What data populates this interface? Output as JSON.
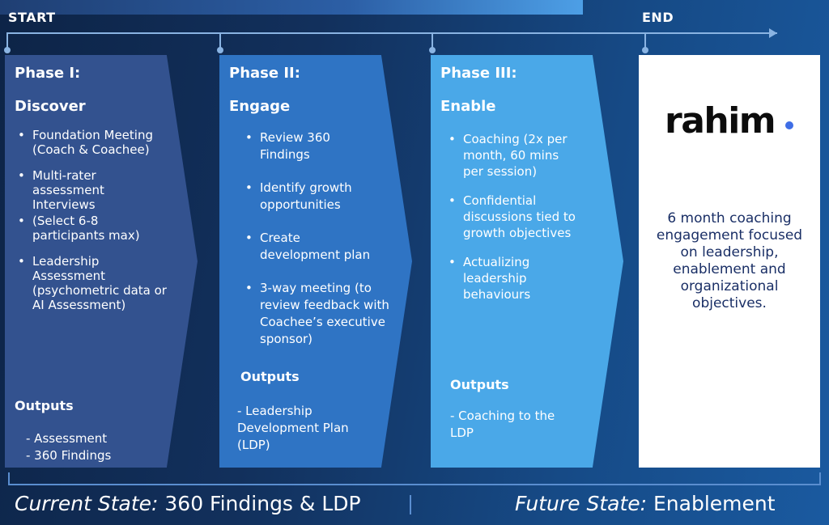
{
  "timeline": {
    "start_label": "START",
    "end_label": "END"
  },
  "phases": [
    {
      "number": "Phase I:",
      "name": "Discover",
      "items": [
        "Foundation Meeting (Coach & Coachee)",
        "Multi-rater assessment Interviews",
        "(Select 6-8 participants max)",
        "Leadership Assessment (psychometric data or AI Assessment)"
      ],
      "outputs_title": "Outputs",
      "outputs": [
        "- Assessment",
        "- 360 Findings"
      ]
    },
    {
      "number": "Phase II:",
      "name": "Engage",
      "items": [
        "Review 360 Findings",
        "Identify growth opportunities",
        "Create development plan",
        "3-way meeting (to review feedback with Coachee’s executive sponsor)"
      ],
      "outputs_title": "Outputs",
      "outputs": [
        "- Leadership Development Plan (LDP)"
      ]
    },
    {
      "number": "Phase III:",
      "name": "Enable",
      "items": [
        "Coaching (2x per month, 60 mins per session)",
        "Confidential discussions tied to growth objectives",
        "Actualizing leadership behaviours"
      ],
      "outputs_title": "Outputs",
      "outputs": [
        "- Coaching to the LDP"
      ]
    }
  ],
  "end_box": {
    "logo_text": "rahim",
    "description": "6 month coaching engagement focused on leadership, enablement and organizational objectives.",
    "logo_dot_color": "#3f6ee6"
  },
  "footer": {
    "current_label": "Current State:",
    "current_value": "360 Findings & LDP",
    "future_label": "Future State:",
    "future_value": "Enablement"
  },
  "colors": {
    "phase1": "#33528f",
    "phase2": "#2f74c4",
    "phase3": "#4aa8e8",
    "timeline": "#8ab4e3"
  }
}
